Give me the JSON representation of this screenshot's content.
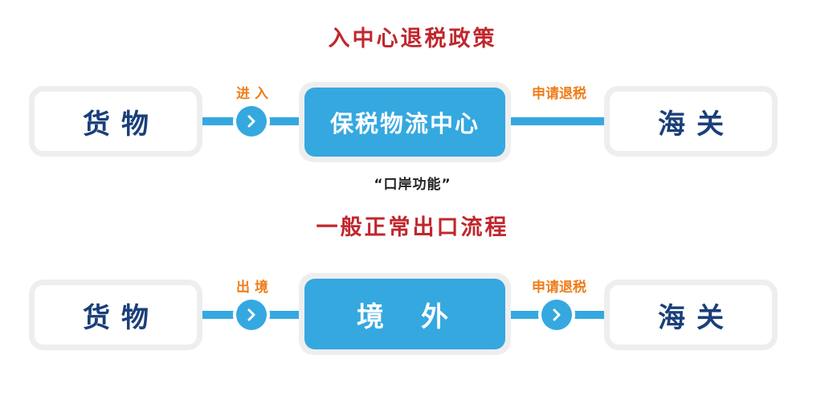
{
  "colors": {
    "title": "#c0272d",
    "accent_orange": "#ef7d1a",
    "blue": "#35a8e0",
    "navy": "#1a3f7a",
    "ring_gray": "#eeeeee",
    "note": "#222222"
  },
  "flow_top": {
    "title": "入中心退税政策",
    "source_label": "货物",
    "step1_label": "进 入",
    "center_label": "保税物流中心",
    "step2_label": "申请退税",
    "target_label": "海关",
    "note": "“口岸功能”",
    "arrow1_icon": "chevron-right-icon"
  },
  "flow_bottom": {
    "title": "一般正常出口流程",
    "source_label": "货物",
    "step1_label": "出 境",
    "center_label": "境　外",
    "step2_label": "申请退税",
    "target_label": "海关",
    "arrow1_icon": "chevron-right-icon",
    "arrow2_icon": "chevron-right-icon"
  }
}
